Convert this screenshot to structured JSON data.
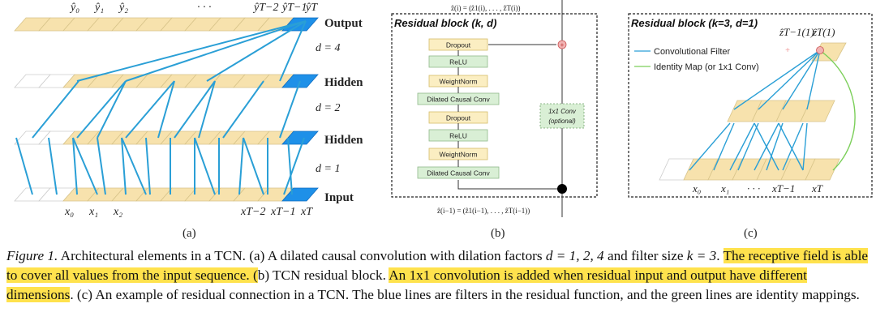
{
  "panel_a": {
    "top_labels": [
      "ŷ₀",
      "ŷ₁",
      "ŷ₂",
      "· · ·",
      "ŷT−2",
      "ŷT−1",
      "ŷT"
    ],
    "bottom_labels": [
      "x₀",
      "x₁",
      "x₂",
      "xT−2",
      "xT−1",
      "xT"
    ],
    "row_labels": [
      "Output",
      "Hidden",
      "Hidden",
      "Input"
    ],
    "dilations": [
      "d = 4",
      "d = 2",
      "d = 1"
    ],
    "sublabel": "(a)"
  },
  "panel_b": {
    "title": "Residual block (k, d)",
    "output_label": "ẑ(i) = (ẑ1(i), . . . , ẑT(i))",
    "input_label": "ẑ(i−1) = (ẑ1(i−1), . . . , ẑT(i−1))",
    "layers": [
      "Dropout",
      "ReLU",
      "WeightNorm",
      "Dilated Causal Conv",
      "Dropout",
      "ReLU",
      "WeightNorm",
      "Dilated Causal Conv"
    ],
    "conv1x1": [
      "1x1 Conv",
      "(optional)"
    ],
    "sublabel": "(b)"
  },
  "panel_c": {
    "title": "Residual block (k=3, d=1)",
    "legend": [
      "Convolutional Filter",
      "Identity Map (or 1x1 Conv)"
    ],
    "top_labels": [
      "ẑT−1(1)",
      "ẑT(1)"
    ],
    "bottom_labels": [
      "x₀",
      "x₁",
      "· · ·",
      "xT−1",
      "xT"
    ],
    "sublabel": "(c)"
  },
  "caption": {
    "lead": "Figure 1.",
    "s1": " Architectural elements in a TCN. (a) A dilated causal convolution with dilation factors ",
    "math1": "d = 1, 2, 4",
    "s2": " and filter size ",
    "math2": "k = 3",
    "s3": ". ",
    "hl1": "The receptive field is able to cover all values from the input sequence. (",
    "s4": "b) TCN residual block. ",
    "hl2": "An 1x1 convolution is added when residual input and output have different dimensions",
    "s5": ". (c) An example of residual connection in a TCN. The blue lines are filters in the residual function, and the green lines are identity mappings."
  },
  "colors": {
    "tan": "#f7e2ad",
    "tan_stroke": "#d8c48a",
    "blue": "#1e90e8",
    "line_blue": "#2a9fd6",
    "green": "#7ccf5a",
    "box_green": "#d9efd5",
    "box_yellow": "#fbeec2",
    "red": "#e0545a"
  }
}
